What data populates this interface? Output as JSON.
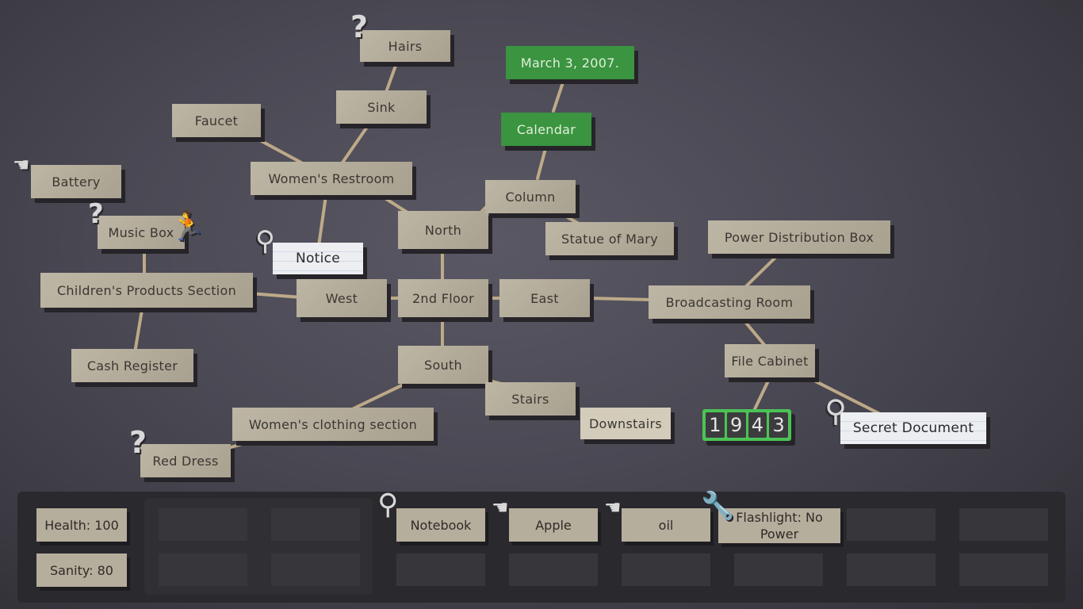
{
  "map_nodes": {
    "hairs": "Hairs",
    "sink": "Sink",
    "faucet": "Faucet",
    "womens_restroom": "Women's Restroom",
    "battery": "Battery",
    "music_box": "Music Box",
    "notice": "Notice",
    "north": "North",
    "date": "March 3, 2007.",
    "calendar": "Calendar",
    "column": "Column",
    "statue": "Statue of Mary",
    "power_box": "Power Distribution Box",
    "childrens": "Children's Products Section",
    "west": "West",
    "second_floor": "2nd Floor",
    "east": "East",
    "broadcasting": "Broadcasting Room",
    "cash_register": "Cash Register",
    "south": "South",
    "file_cabinet": "File Cabinet",
    "stairs": "Stairs",
    "downstairs": "Downstairs",
    "womens_clothing": "Women's clothing section",
    "red_dress": "Red Dress",
    "secret_document": "Secret Document"
  },
  "code_lock": [
    "1",
    "9",
    "4",
    "3"
  ],
  "stats": {
    "health": "Health: 100",
    "sanity": "Sanity: 80"
  },
  "inventory": [
    "Notebook",
    "Apple",
    "oil",
    "Flashlight: No Power"
  ],
  "colors": {
    "green": "#3a9440",
    "code_border": "#4bc355",
    "string": "#c9b48e"
  }
}
